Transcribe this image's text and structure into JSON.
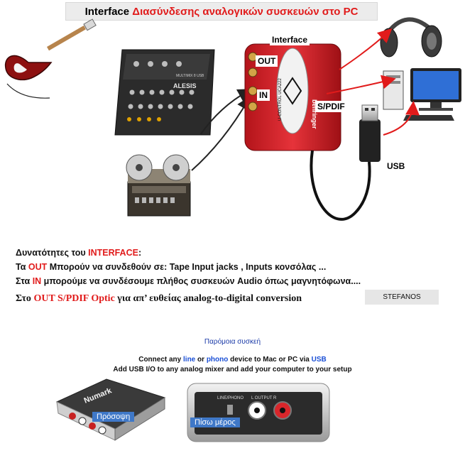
{
  "title": {
    "prefix": "Interface",
    "rest": "Διασύνδεσης αναλογικών συσκευών στο PC"
  },
  "device_labels": {
    "interface": "Interface",
    "out": "OUT",
    "in": "IN",
    "spdif": "S/PDIF",
    "usb": "USB"
  },
  "device_brands": {
    "mixer": "ALESIS",
    "mixer_model": "MULTIMIX 8 USB",
    "interface_brand": "behringer",
    "interface_model": "U-CONTROL UCA222"
  },
  "capabilities": {
    "heading_prefix": "Δυνατότητες του",
    "heading_highlight": "INTERFACE",
    "heading_suffix": ":",
    "line1_prefix": "Τα",
    "line1_highlight": "OUT",
    "line1_rest": "Μπορούν να συνδεθούν σε: Tape Input jacks , Inputs κονσόλας ...",
    "line2_prefix": "Στα",
    "line2_highlight": "IN",
    "line2_rest": "μπορούμε να συνδέσουμε πλήθος συσκευών Audio όπως μαγνητόφωνα....",
    "line3_prefix": "Στο",
    "line3_highlight": "OUT S/PDIF Optic",
    "line3_rest": "για απ’ ευθείας analog-to-digital conversion"
  },
  "signature": "STEFANOS",
  "similar": {
    "heading": "Παρόμοια συσκεή",
    "line1_a": "Connect any",
    "line1_line": "line",
    "line1_or": "or",
    "line1_phono": "phono",
    "line1_b": "device to Mac or PC via",
    "line1_usb": "USB",
    "line2": "Add USB I/O to any analog mixer and add your computer to your setup",
    "front_caption": "Πρόσοψη",
    "back_caption": "Πίσω μέρος",
    "front_brand": "Numark",
    "back_port_labels": {
      "line_phono": "LINE/PHONO",
      "output": "L OUTPUT R"
    }
  },
  "colors": {
    "accent_red": "#e11b1b",
    "link_blue": "#1a4fd6",
    "interface_red": "#d8262b",
    "caption_blue": "#3f78c8"
  }
}
